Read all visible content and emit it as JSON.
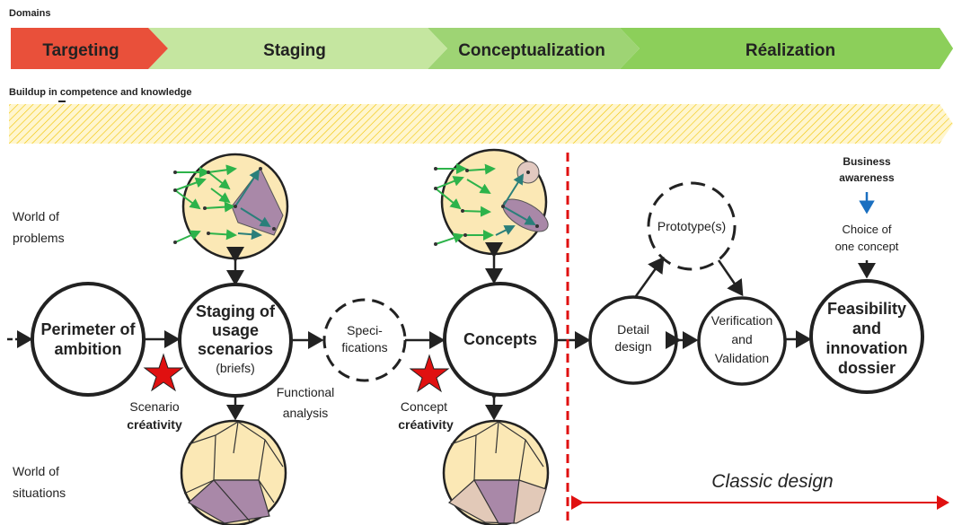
{
  "header": {
    "domains_label": "Domains"
  },
  "phases": [
    {
      "label": "Targeting",
      "color": "#e9503a"
    },
    {
      "label": "Staging",
      "color": "#c5e6a0"
    },
    {
      "label": "Conceptualization",
      "color": "#9ed474"
    },
    {
      "label": "Réalization",
      "color": "#8ccf5a"
    }
  ],
  "buildup": {
    "label_pre": "Buildup in",
    "label_post": " competence and knowledge",
    "color": "#f2c400"
  },
  "worlds": {
    "problems": [
      "World of",
      "problems"
    ],
    "situations": [
      "World of",
      "situations"
    ]
  },
  "nodes": {
    "perimeter": [
      "Perimeter of",
      "ambition"
    ],
    "staging": [
      "Staging of",
      "usage",
      "scenarios",
      "(briefs)"
    ],
    "specs": [
      "Speci-",
      "fications"
    ],
    "concepts": [
      "Concepts"
    ],
    "detail": [
      "Detail",
      "design"
    ],
    "prototype": [
      "Prototype(s)"
    ],
    "verification": [
      "Verification",
      "and",
      "Validation"
    ],
    "feasibility": [
      "Feasibility",
      "and",
      "innovation",
      "dossier"
    ]
  },
  "annotations": {
    "scenario_creativity": [
      "Scenario",
      "créativity"
    ],
    "functional_analysis": [
      "Functional",
      "analysis"
    ],
    "concept_creativity": [
      "Concept",
      "créativity"
    ],
    "business_awareness": [
      "Business",
      "awareness"
    ],
    "choice": [
      "Choice of",
      "one concept"
    ],
    "classic_design": "Classic design"
  },
  "colors": {
    "accent_red": "#e01010",
    "blue": "#1a6fc0",
    "circle_fill": "#fbe8b5",
    "purple": "#a988a8",
    "arrow_green": "#2db34a",
    "arrow_teal": "#2a7f7a"
  }
}
